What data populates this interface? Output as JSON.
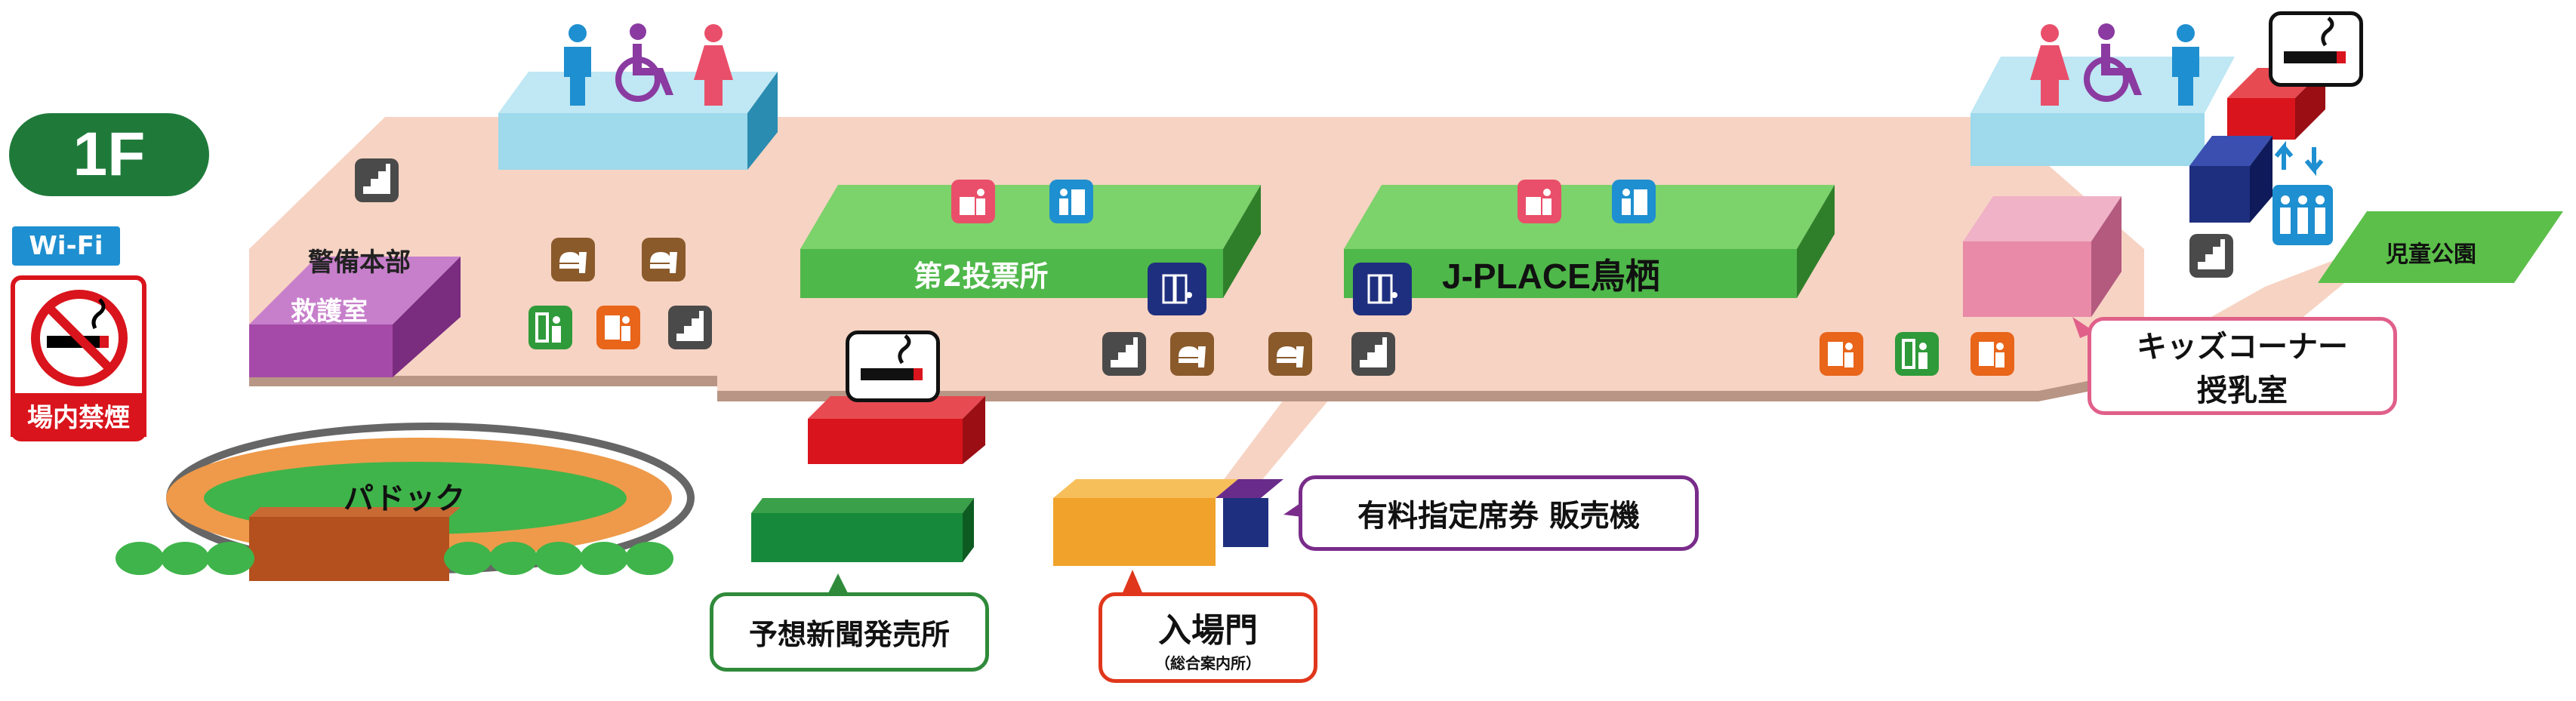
{
  "floor": {
    "label": "1F"
  },
  "wifi": {
    "label": "Wi-Fi"
  },
  "no_smoking": {
    "label": "場内禁煙"
  },
  "rooms": {
    "security_hq": "警備本部",
    "first_aid": "救護室",
    "voting_2": "第2投票所",
    "jplace": "J-PLACE鳥栖",
    "paddock": "パドック",
    "kids_corner": "キッズコーナー",
    "nursing_room": "授乳室",
    "kids_park": "児童公園"
  },
  "callouts": {
    "newspaper_shop": "予想新聞発売所",
    "entrance_gate": "入場門",
    "entrance_sub": "（総合案内所）",
    "ticket_machine": "有料指定席券 販売機"
  },
  "colors": {
    "floor": "#f7d3c3",
    "floor_edge": "#b89585",
    "green_floor": "#4fb84a",
    "light_blue": "#9ed9ec",
    "purple": "#a54aa8",
    "red": "#d9141c",
    "orange_gate": "#f0a22a",
    "pink_kids": "#e88aa8",
    "navy": "#1f2f7f",
    "paddock_orange": "#ee9a4a",
    "paddock_green": "#3fb44a",
    "paddock_brown": "#b3501e"
  }
}
